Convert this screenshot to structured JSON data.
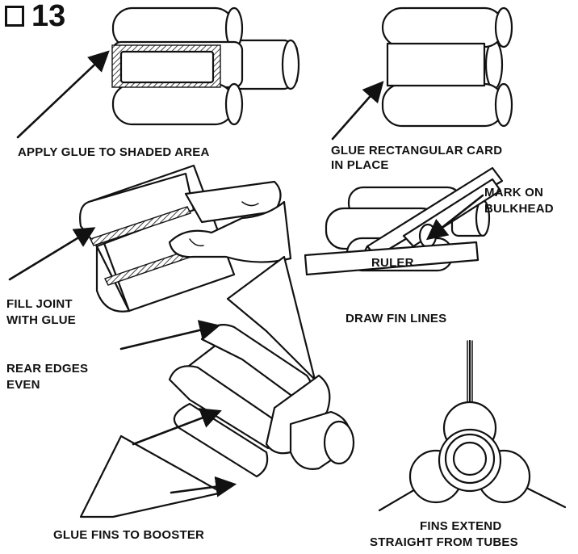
{
  "step": {
    "number": "13"
  },
  "labels": {
    "apply_glue": "APPLY GLUE TO SHADED AREA",
    "glue_card_line1": "GLUE RECTANGULAR CARD",
    "glue_card_line2": "IN PLACE",
    "mark_line1": "MARK ON",
    "mark_line2": "BULKHEAD",
    "ruler": "RULER",
    "draw_fin_lines": "DRAW FIN LINES",
    "fill_joint_line1": "FILL JOINT",
    "fill_joint_line2": "WITH GLUE",
    "rear_edges_line1": "REAR EDGES",
    "rear_edges_line2": "EVEN",
    "glue_fins": "GLUE FINS TO BOOSTER",
    "fins_extend_line1": "FINS EXTEND",
    "fins_extend_line2": "STRAIGHT FROM TUBES"
  }
}
